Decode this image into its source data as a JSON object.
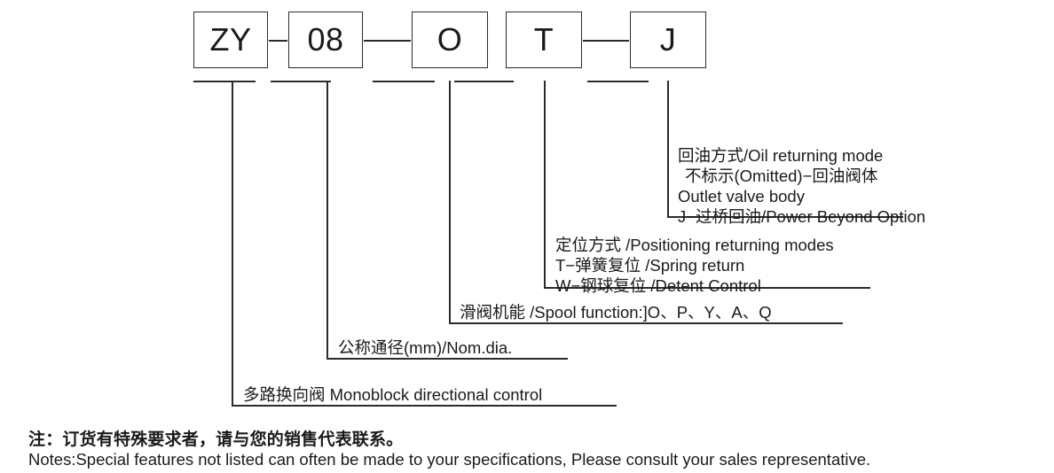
{
  "diagram": {
    "title": "Model code designation",
    "code_boxes": [
      {
        "name": "series-code",
        "value": "ZY"
      },
      {
        "name": "nominal-diameter",
        "value": "08"
      },
      {
        "name": "spool-function",
        "value": "O"
      },
      {
        "name": "positioning-mode",
        "value": "T"
      },
      {
        "name": "oil-return-mode",
        "value": "J"
      }
    ],
    "annotations": [
      {
        "name": "oil-returning-mode",
        "lines": [
          "回油方式/Oil returning mode",
          "不标示(Omitted)−回油阀体",
          "Outlet valve body",
          "J−过桥回油/Power Beyond Option"
        ]
      },
      {
        "name": "positioning-returning-modes",
        "lines": [
          "定位方式 /Positioning returning modes",
          "T−弹簧复位 /Spring return",
          "W−钢球复位 /Detent Control"
        ]
      },
      {
        "name": "spool-function",
        "lines": [
          "滑阀机能 /Spool function:]O、P、Y、A、Q"
        ]
      },
      {
        "name": "nominal-diameter",
        "lines": [
          "公称通径(mm)/Nom.dia."
        ]
      },
      {
        "name": "monoblock-directional-control",
        "lines": [
          "多路换向阀 Monoblock directional control"
        ]
      }
    ]
  },
  "notes": {
    "chinese": "注：订货有特殊要求者，请与您的销售代表联系。",
    "english": "Notes:Special features not listed can often be made to your specifications, Please consult your sales representative."
  },
  "colors": {
    "line": "#2b2b2b",
    "text": "#1a1a1a",
    "background": "#ffffff"
  }
}
